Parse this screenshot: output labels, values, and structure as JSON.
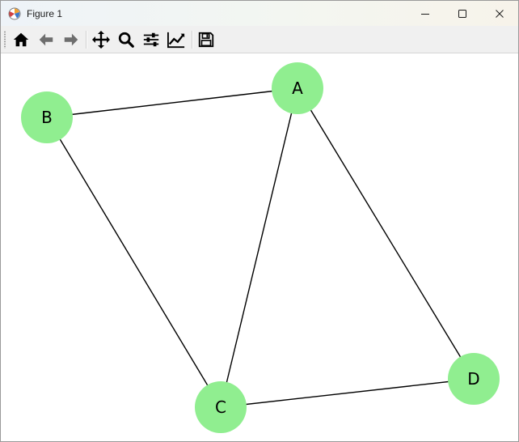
{
  "window": {
    "title": "Figure 1",
    "controls": [
      "minimize",
      "maximize",
      "close"
    ]
  },
  "toolbar": {
    "tools": [
      {
        "name": "home",
        "icon": "home-icon"
      },
      {
        "name": "back",
        "icon": "arrow-left-icon"
      },
      {
        "name": "forward",
        "icon": "arrow-right-icon"
      },
      {
        "name": "pan",
        "icon": "move-icon"
      },
      {
        "name": "zoom",
        "icon": "magnifier-icon"
      },
      {
        "name": "configure-subplots",
        "icon": "sliders-icon"
      },
      {
        "name": "edit-axes",
        "icon": "line-chart-icon"
      },
      {
        "name": "save",
        "icon": "floppy-disk-icon"
      }
    ]
  },
  "graph": {
    "node_color": "#90ee90",
    "edge_color": "#000000",
    "nodes": [
      {
        "id": "A",
        "label": "A"
      },
      {
        "id": "B",
        "label": "B"
      },
      {
        "id": "C",
        "label": "C"
      },
      {
        "id": "D",
        "label": "D"
      }
    ],
    "edges": [
      [
        "A",
        "B"
      ],
      [
        "A",
        "C"
      ],
      [
        "A",
        "D"
      ],
      [
        "B",
        "C"
      ],
      [
        "C",
        "D"
      ]
    ]
  }
}
